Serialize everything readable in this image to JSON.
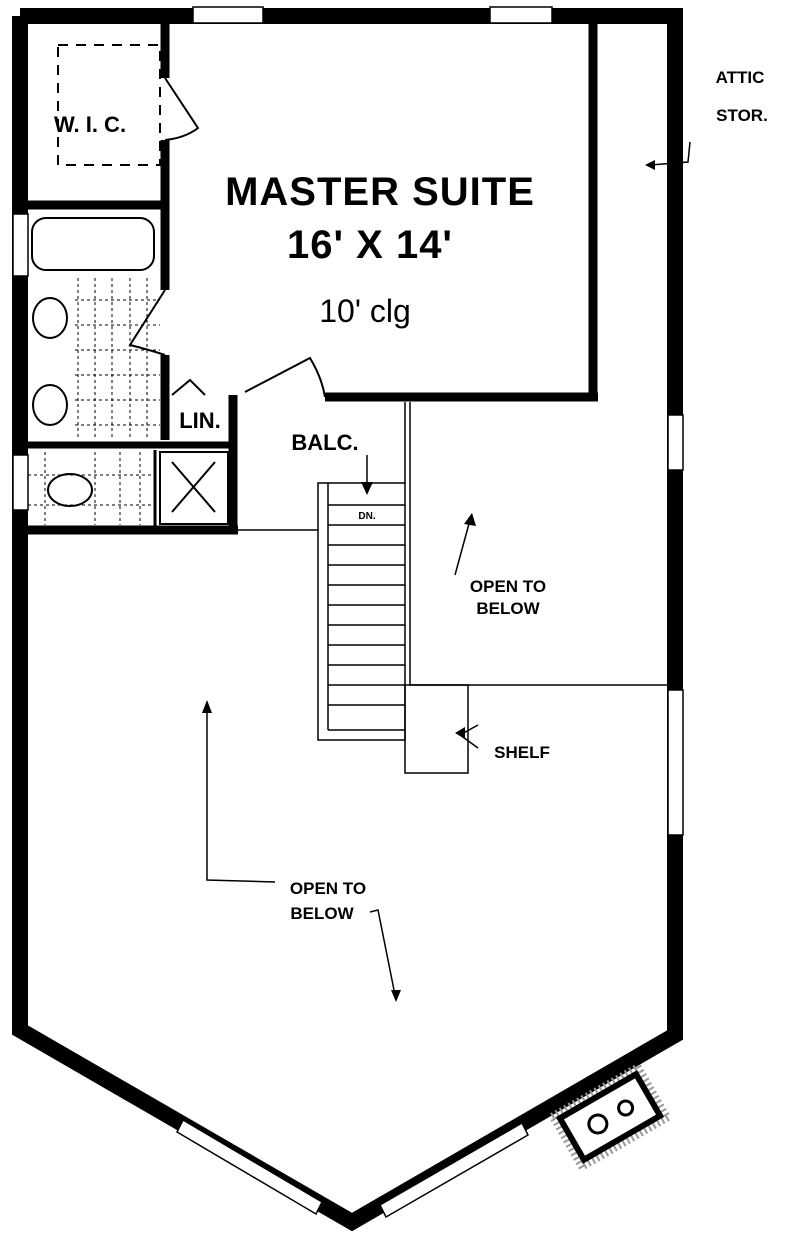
{
  "plan": {
    "rooms": {
      "master_suite": {
        "name": "MASTER SUITE",
        "size": "16' X 14'",
        "ceiling": "10' clg"
      },
      "wic": "W. I. C.",
      "attic_storage": [
        "ATTIC",
        "STOR."
      ],
      "linen": "LIN.",
      "balcony": "BALC.",
      "stair_down": "DN.",
      "open_below_upper": [
        "OPEN TO",
        "BELOW"
      ],
      "shelf": "SHELF",
      "open_below_main": [
        "OPEN TO",
        "BELOW"
      ]
    },
    "colors": {
      "wall": "#000000",
      "background": "#ffffff"
    }
  }
}
